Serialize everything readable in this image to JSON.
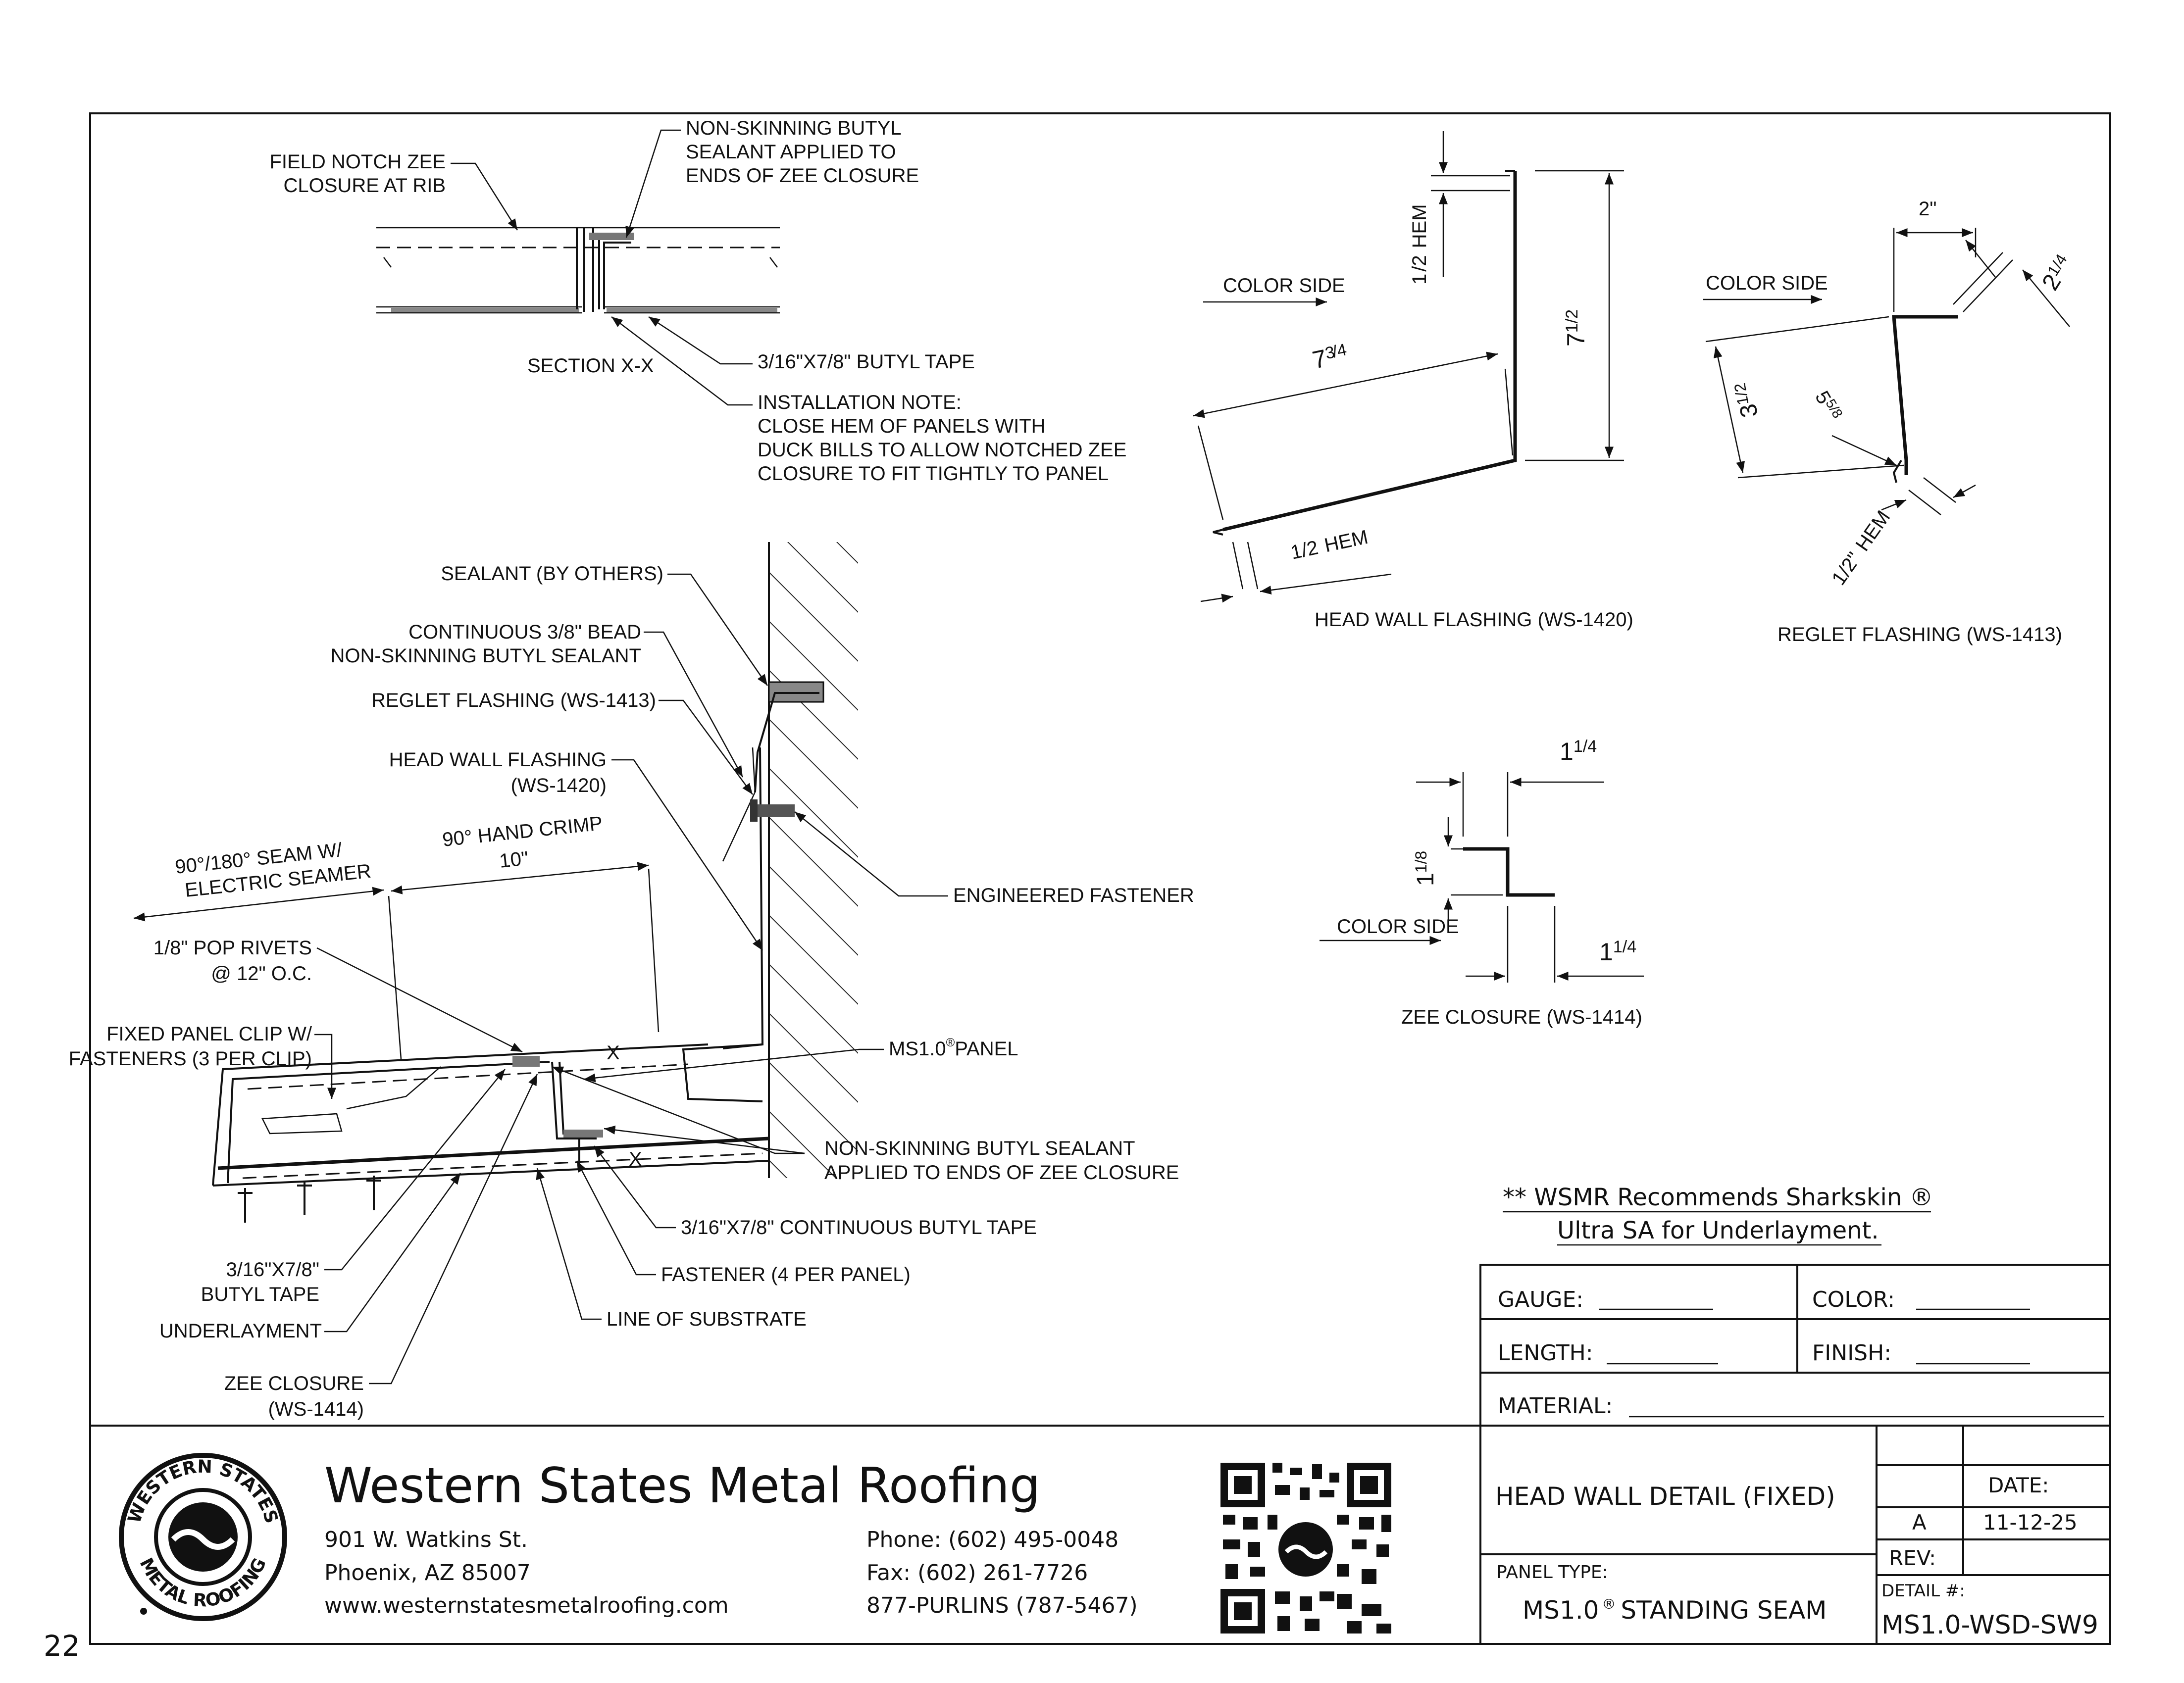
{
  "page_number": "22",
  "section_detail": {
    "labels": {
      "field_notch": [
        "FIELD NOTCH ZEE",
        "CLOSURE AT RIB"
      ],
      "sealant_top": [
        "NON-SKINNING BUTYL",
        "SEALANT APPLIED TO",
        "ENDS OF ZEE CLOSURE"
      ],
      "section": "SECTION X-X",
      "butyl_tape": "3/16\"X7/8\" BUTYL TAPE",
      "install_note": [
        "INSTALLATION NOTE:",
        "CLOSE HEM OF PANELS WITH",
        "DUCK BILLS TO ALLOW NOTCHED ZEE",
        "CLOSURE TO FIT TIGHTLY TO PANEL"
      ]
    }
  },
  "main_detail": {
    "labels": {
      "sealant_others": "SEALANT (BY OTHERS)",
      "continuous_bead": [
        "CONTINUOUS 3/8\" BEAD",
        "NON-SKINNING BUTYL SEALANT"
      ],
      "reglet": "REGLET FLASHING (WS-1413)",
      "head_wall": [
        "HEAD WALL FLASHING",
        "(WS-1420)"
      ],
      "hand_crimp": [
        "90° HAND CRIMP",
        "10\""
      ],
      "seam": [
        "90°/180° SEAM W/",
        "ELECTRIC SEAMER"
      ],
      "pop_rivets": [
        "1/8\" POP RIVETS",
        "@ 12\" O.C."
      ],
      "panel_clip": [
        "FIXED PANEL CLIP W/",
        "FASTENERS (3 PER CLIP)"
      ],
      "engineered_fastener": "ENGINEERED FASTENER",
      "ms_panel": "MS1.0",
      "ms_panel_suffix": "PANEL",
      "sealant_zee": [
        "NON-SKINNING BUTYL SEALANT",
        "APPLIED TO ENDS OF ZEE CLOSURE"
      ],
      "continuous_tape": "3/16\"X7/8\" CONTINUOUS BUTYL TAPE",
      "fastener_panel": "FASTENER (4 PER PANEL)",
      "substrate": "LINE OF SUBSTRATE",
      "butyl_tape_small": [
        "3/16\"X7/8\"",
        "BUTYL TAPE"
      ],
      "underlayment": "UNDERLAYMENT",
      "zee_closure": [
        "ZEE CLOSURE",
        "(WS-1414)"
      ],
      "x_mark": "X"
    }
  },
  "head_wall_flashing": {
    "title": "HEAD WALL FLASHING (WS-1420)",
    "color_side": "COLOR SIDE",
    "hem_top": "HEM",
    "hem_bottom": "HEM",
    "dims": {
      "hem_frac_num": "1",
      "hem_frac_den": "2",
      "length_whole": "7",
      "length_num": "3",
      "length_den": "4",
      "height_whole": "7",
      "height_num": "1",
      "height_den": "2"
    }
  },
  "reglet_flashing": {
    "title": "REGLET FLASHING (WS-1413)",
    "color_side": "COLOR SIDE",
    "dim_top": "2\"",
    "dim_corner_whole": "2",
    "dim_corner_num": "1",
    "dim_corner_den": "4",
    "dim_left_whole": "3",
    "dim_left_num": "1",
    "dim_left_den": "2",
    "dim_inner_whole": "5",
    "dim_inner_num": "5",
    "dim_inner_den": "8",
    "hem": "HEM"
  },
  "zee_closure": {
    "title": "ZEE CLOSURE (WS-1414)",
    "color_side": "COLOR SIDE",
    "dim_top_whole": "1",
    "dim_top_num": "1",
    "dim_top_den": "4",
    "dim_height_whole": "1",
    "dim_height_num": "1",
    "dim_height_den": "8",
    "dim_bottom_whole": "1",
    "dim_bottom_num": "1",
    "dim_bottom_den": "4"
  },
  "recommendation": [
    "** WSMR Recommends Sharkskin ®",
    "Ultra SA for Underlayment."
  ],
  "spec_table": {
    "gauge": "GAUGE:",
    "color": "COLOR:",
    "length": "LENGTH:",
    "finish": "FINISH:",
    "material": "MATERIAL:"
  },
  "company": {
    "name": "Western States Metal Roofing",
    "address1": "901 W. Watkins St.",
    "address2": "Phoenix, AZ 85007",
    "website": "www.westernstatesmetalroofing.com",
    "phone": "Phone: (602) 495-0048",
    "fax": "Fax: (602) 261-7726",
    "purlins": "877-PURLINS (787-5467)",
    "logo_top": "WESTERN STATES",
    "logo_bottom": "METAL ROOFING"
  },
  "title_block": {
    "title": "HEAD WALL  DETAIL (FIXED)",
    "panel_type_label": "PANEL TYPE:",
    "panel_type": "MS1.0",
    "panel_type_suffix": "STANDING SEAM",
    "date_label": "DATE:",
    "rev_letter": "A",
    "date": "11-12-25",
    "rev_label": "REV:",
    "detail_label": "DETAIL #:",
    "detail_number": "MS1.0-WSD-SW9"
  },
  "registered_mark": "®"
}
